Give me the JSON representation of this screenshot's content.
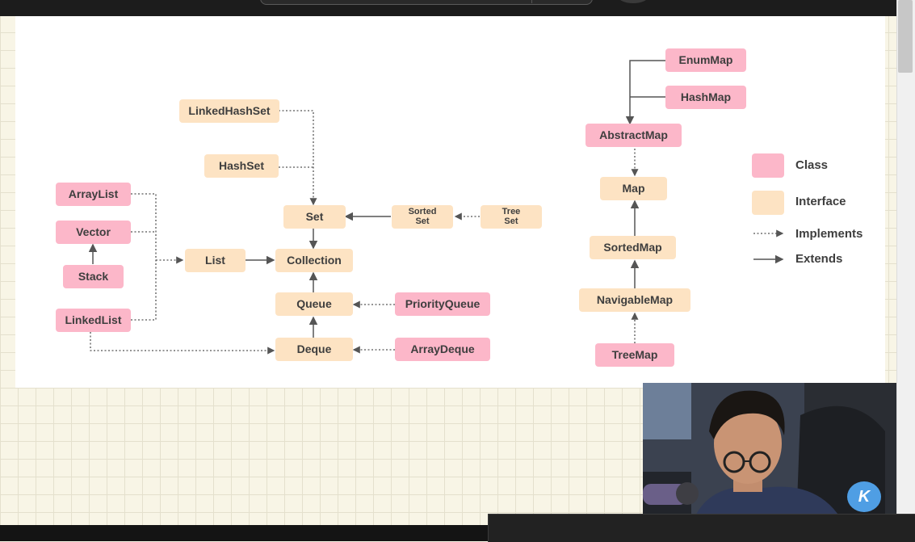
{
  "diagram": {
    "class_color": "#fcb7c9",
    "interface_color": "#fde3c3",
    "nodes": {
      "linkedhashset": "LinkedHashSet",
      "hashset": "HashSet",
      "set": "Set",
      "sortedset": "Sorted\nSet",
      "treeset": "Tree\nSet",
      "arraylist": "ArrayList",
      "vector": "Vector",
      "stack": "Stack",
      "linkedlist": "LinkedList",
      "list": "List",
      "collection": "Collection",
      "queue": "Queue",
      "priorityqueue": "PriorityQueue",
      "deque": "Deque",
      "arraydeque": "ArrayDeque",
      "enummap": "EnumMap",
      "hashmap": "HashMap",
      "abstractmap": "AbstractMap",
      "map": "Map",
      "sortedmap": "SortedMap",
      "navigablemap": "NavigableMap",
      "treemap": "TreeMap"
    },
    "legend": {
      "class": "Class",
      "interface": "Interface",
      "implements": "Implements",
      "extends": "Extends"
    }
  },
  "overlay": {
    "logo_text": "K",
    "logo_color": "#4f9ee4"
  }
}
